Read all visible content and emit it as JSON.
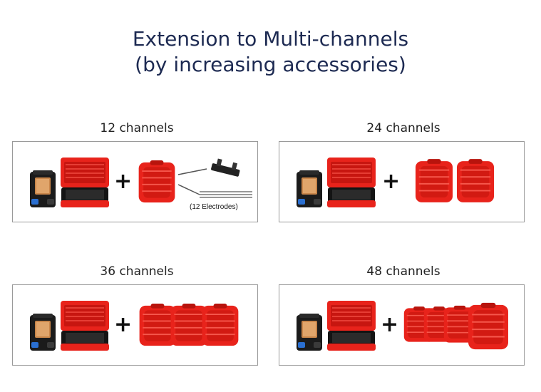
{
  "title": {
    "line1": "Extension to Multi-channels",
    "line2": "(by increasing accessories)"
  },
  "panels": [
    {
      "label": "12 channels",
      "boxes": 1,
      "note": "(12 Electrodes)"
    },
    {
      "label": "24 channels",
      "boxes": 2
    },
    {
      "label": "36 channels",
      "boxes": 3
    },
    {
      "label": "48 channels",
      "boxes": 4
    }
  ],
  "plus_sign": "+",
  "colors": {
    "case_red": "#e8231b",
    "title_navy": "#1d2a52",
    "border": "#9a9a9a"
  },
  "icons": [
    "device-unit-icon",
    "red-case-open-icon",
    "red-case-closed-icon",
    "electrode-cable-icon",
    "electrode-rods-icon"
  ]
}
